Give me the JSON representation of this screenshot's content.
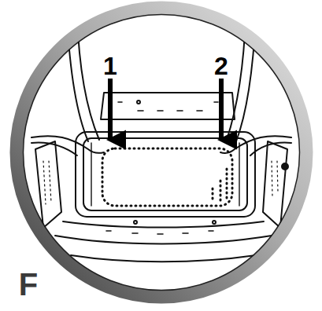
{
  "diagram": {
    "labels": [
      "1",
      "2",
      "F"
    ]
  }
}
